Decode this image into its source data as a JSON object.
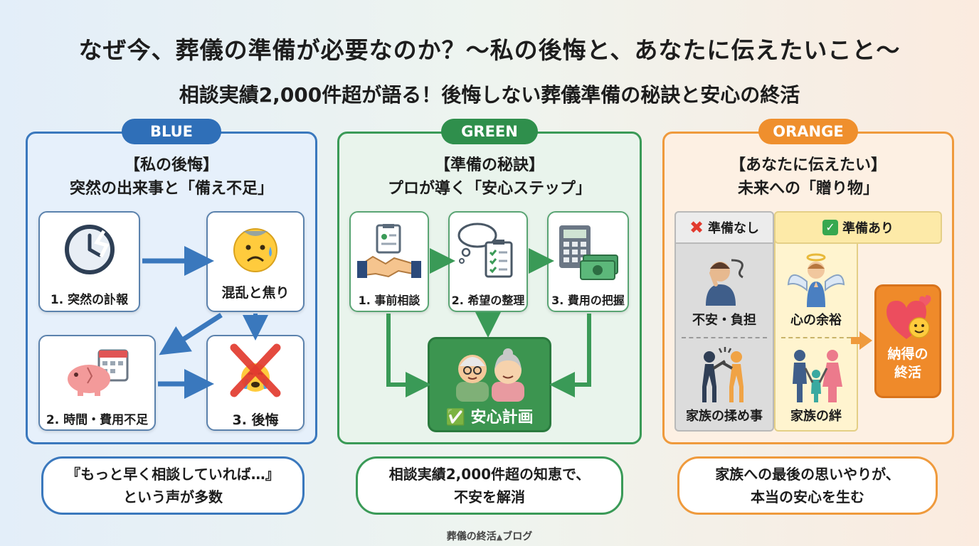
{
  "title": "なぜ今、葬儀の準備が必要なのか？〜私の後悔と、あなたに伝えたいこと〜",
  "subtitle": "相談実績2,000件超が語る！後悔しない葬儀準備の秘訣と安心の終活",
  "colors": {
    "blue": "#3a78bd",
    "green": "#3a9a57",
    "orange": "#ef9a3c"
  },
  "blue": {
    "pill": "BLUE",
    "title1": "【私の後悔】",
    "title2": "突然の出来事と「備え不足」",
    "cards": [
      "1. 突然の訃報",
      "混乱と焦り",
      "2. 時間・費用不足",
      "3. 後悔"
    ],
    "icons": [
      "broken-clock-icon",
      "anxious-face-icon",
      "piggy-bank-calendar-icon",
      "red-x-crying-face-icon"
    ],
    "bubble1": "『もっと早く相談していれば…』",
    "bubble2": "という声が多数"
  },
  "green": {
    "pill": "GREEN",
    "title1": "【準備の秘訣】",
    "title2": "プロが導く「安心ステップ」",
    "cards": [
      "1. 事前相談",
      "2. 希望の整理",
      "3. 費用の把握"
    ],
    "icons": [
      "handshake-clipboard-icon",
      "thought-checklist-icon",
      "calculator-money-icon",
      "elderly-couple-icon"
    ],
    "center": "✅ 安心計画",
    "bubble1": "相談実績2,000件超の知恵で、",
    "bubble2": "不安を解消"
  },
  "orange": {
    "pill": "ORANGE",
    "title1": "【あなたに伝えたい】",
    "title2": "未来への「贈り物」",
    "header_no": "準備なし",
    "header_yes": "準備あり",
    "no_items": [
      "不安・負担",
      "家族の揉め事"
    ],
    "yes_items": [
      "心の余裕",
      "家族の絆"
    ],
    "result_line1": "納得の",
    "result_line2": "終活",
    "icons": [
      "worried-person-icon",
      "arguing-family-icon",
      "angel-icon",
      "happy-family-icon",
      "heart-smile-icon"
    ],
    "bubble1": "家族への最後の思いやりが、",
    "bubble2": "本当の安心を生む"
  },
  "footer": "葬儀の終活",
  "footer_suffix": "ブログ"
}
